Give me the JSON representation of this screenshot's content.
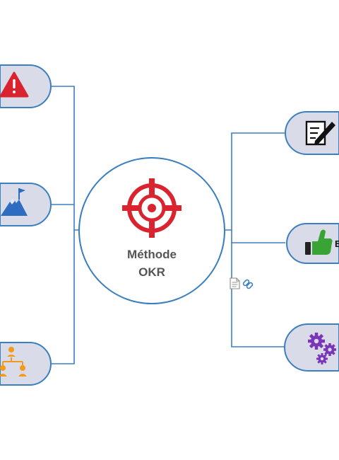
{
  "center": {
    "title_line1": "Méthode",
    "title_line2": "OKR",
    "icon": "target-icon",
    "icon_color": "#d9232e"
  },
  "left_nodes": [
    {
      "icon": "warning-icon",
      "color": "#d9232e"
    },
    {
      "icon": "mountain-flag-icon",
      "color": "#2d6cc0"
    },
    {
      "icon": "team-hierarchy-icon",
      "color": "#f39a1b"
    }
  ],
  "right_nodes": [
    {
      "icon": "document-edit-icon",
      "color": "#111111",
      "label": ""
    },
    {
      "icon": "thumbs-up-icon",
      "color": "#3aa335",
      "label": "E"
    },
    {
      "icon": "gears-icon",
      "color": "#7b35b8",
      "label": ""
    }
  ],
  "attachments": {
    "note_icon": "note-icon",
    "link_icon": "link-icon"
  },
  "colors": {
    "line": "#3b7fbf",
    "pill": "#d9dbe8"
  }
}
